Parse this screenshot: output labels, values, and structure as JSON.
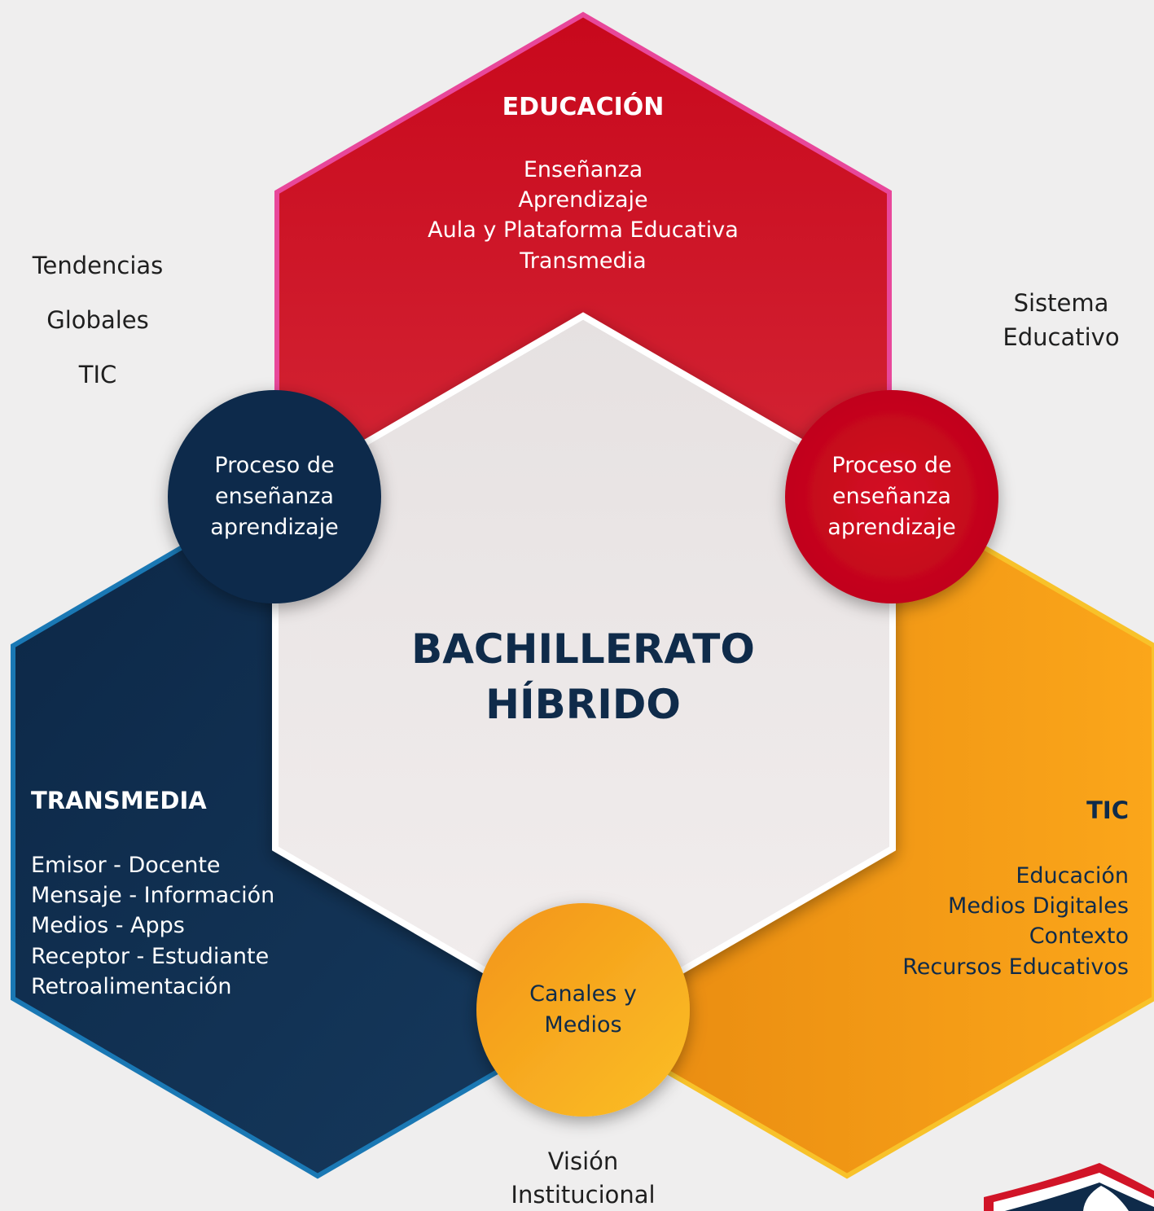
{
  "center": {
    "line1": "BACHILLERATO",
    "line2": "HÍBRIDO"
  },
  "educacion": {
    "title": "EDUCACIÓN",
    "items": [
      "Enseñanza",
      "Aprendizaje",
      "Aula y Plataforma Educativa",
      "Transmedia"
    ]
  },
  "transmedia": {
    "title": "TRANSMEDIA",
    "items": [
      "Emisor - Docente",
      "Mensaje - Información",
      "Medios - Apps",
      "Receptor - Estudiante",
      "Retroalimentación"
    ]
  },
  "tic": {
    "title": "TIC",
    "items": [
      "Educación",
      "Medios Digitales",
      "Contexto",
      "Recursos Educativos"
    ]
  },
  "circles": {
    "left": {
      "lines": [
        "Proceso de",
        "enseñanza",
        "aprendizaje"
      ]
    },
    "right": {
      "lines": [
        "Proceso de",
        "enseñanza",
        "aprendizaje"
      ]
    },
    "bottom": {
      "lines": [
        "Canales y",
        "Medios"
      ]
    }
  },
  "outside": {
    "left": [
      "Tendencias",
      "Globales",
      "TIC"
    ],
    "right": [
      "Sistema",
      "Educativo"
    ],
    "bottom": [
      "Visión",
      "Institucional"
    ]
  },
  "colors": {
    "background": "#efeeee",
    "red": "#d11427",
    "navy": "#0f2b4a",
    "orange": "#f6a11c",
    "pink_border": "#e8479a",
    "blue_border": "#1a78b4",
    "yellow_border": "#f8c22a"
  }
}
